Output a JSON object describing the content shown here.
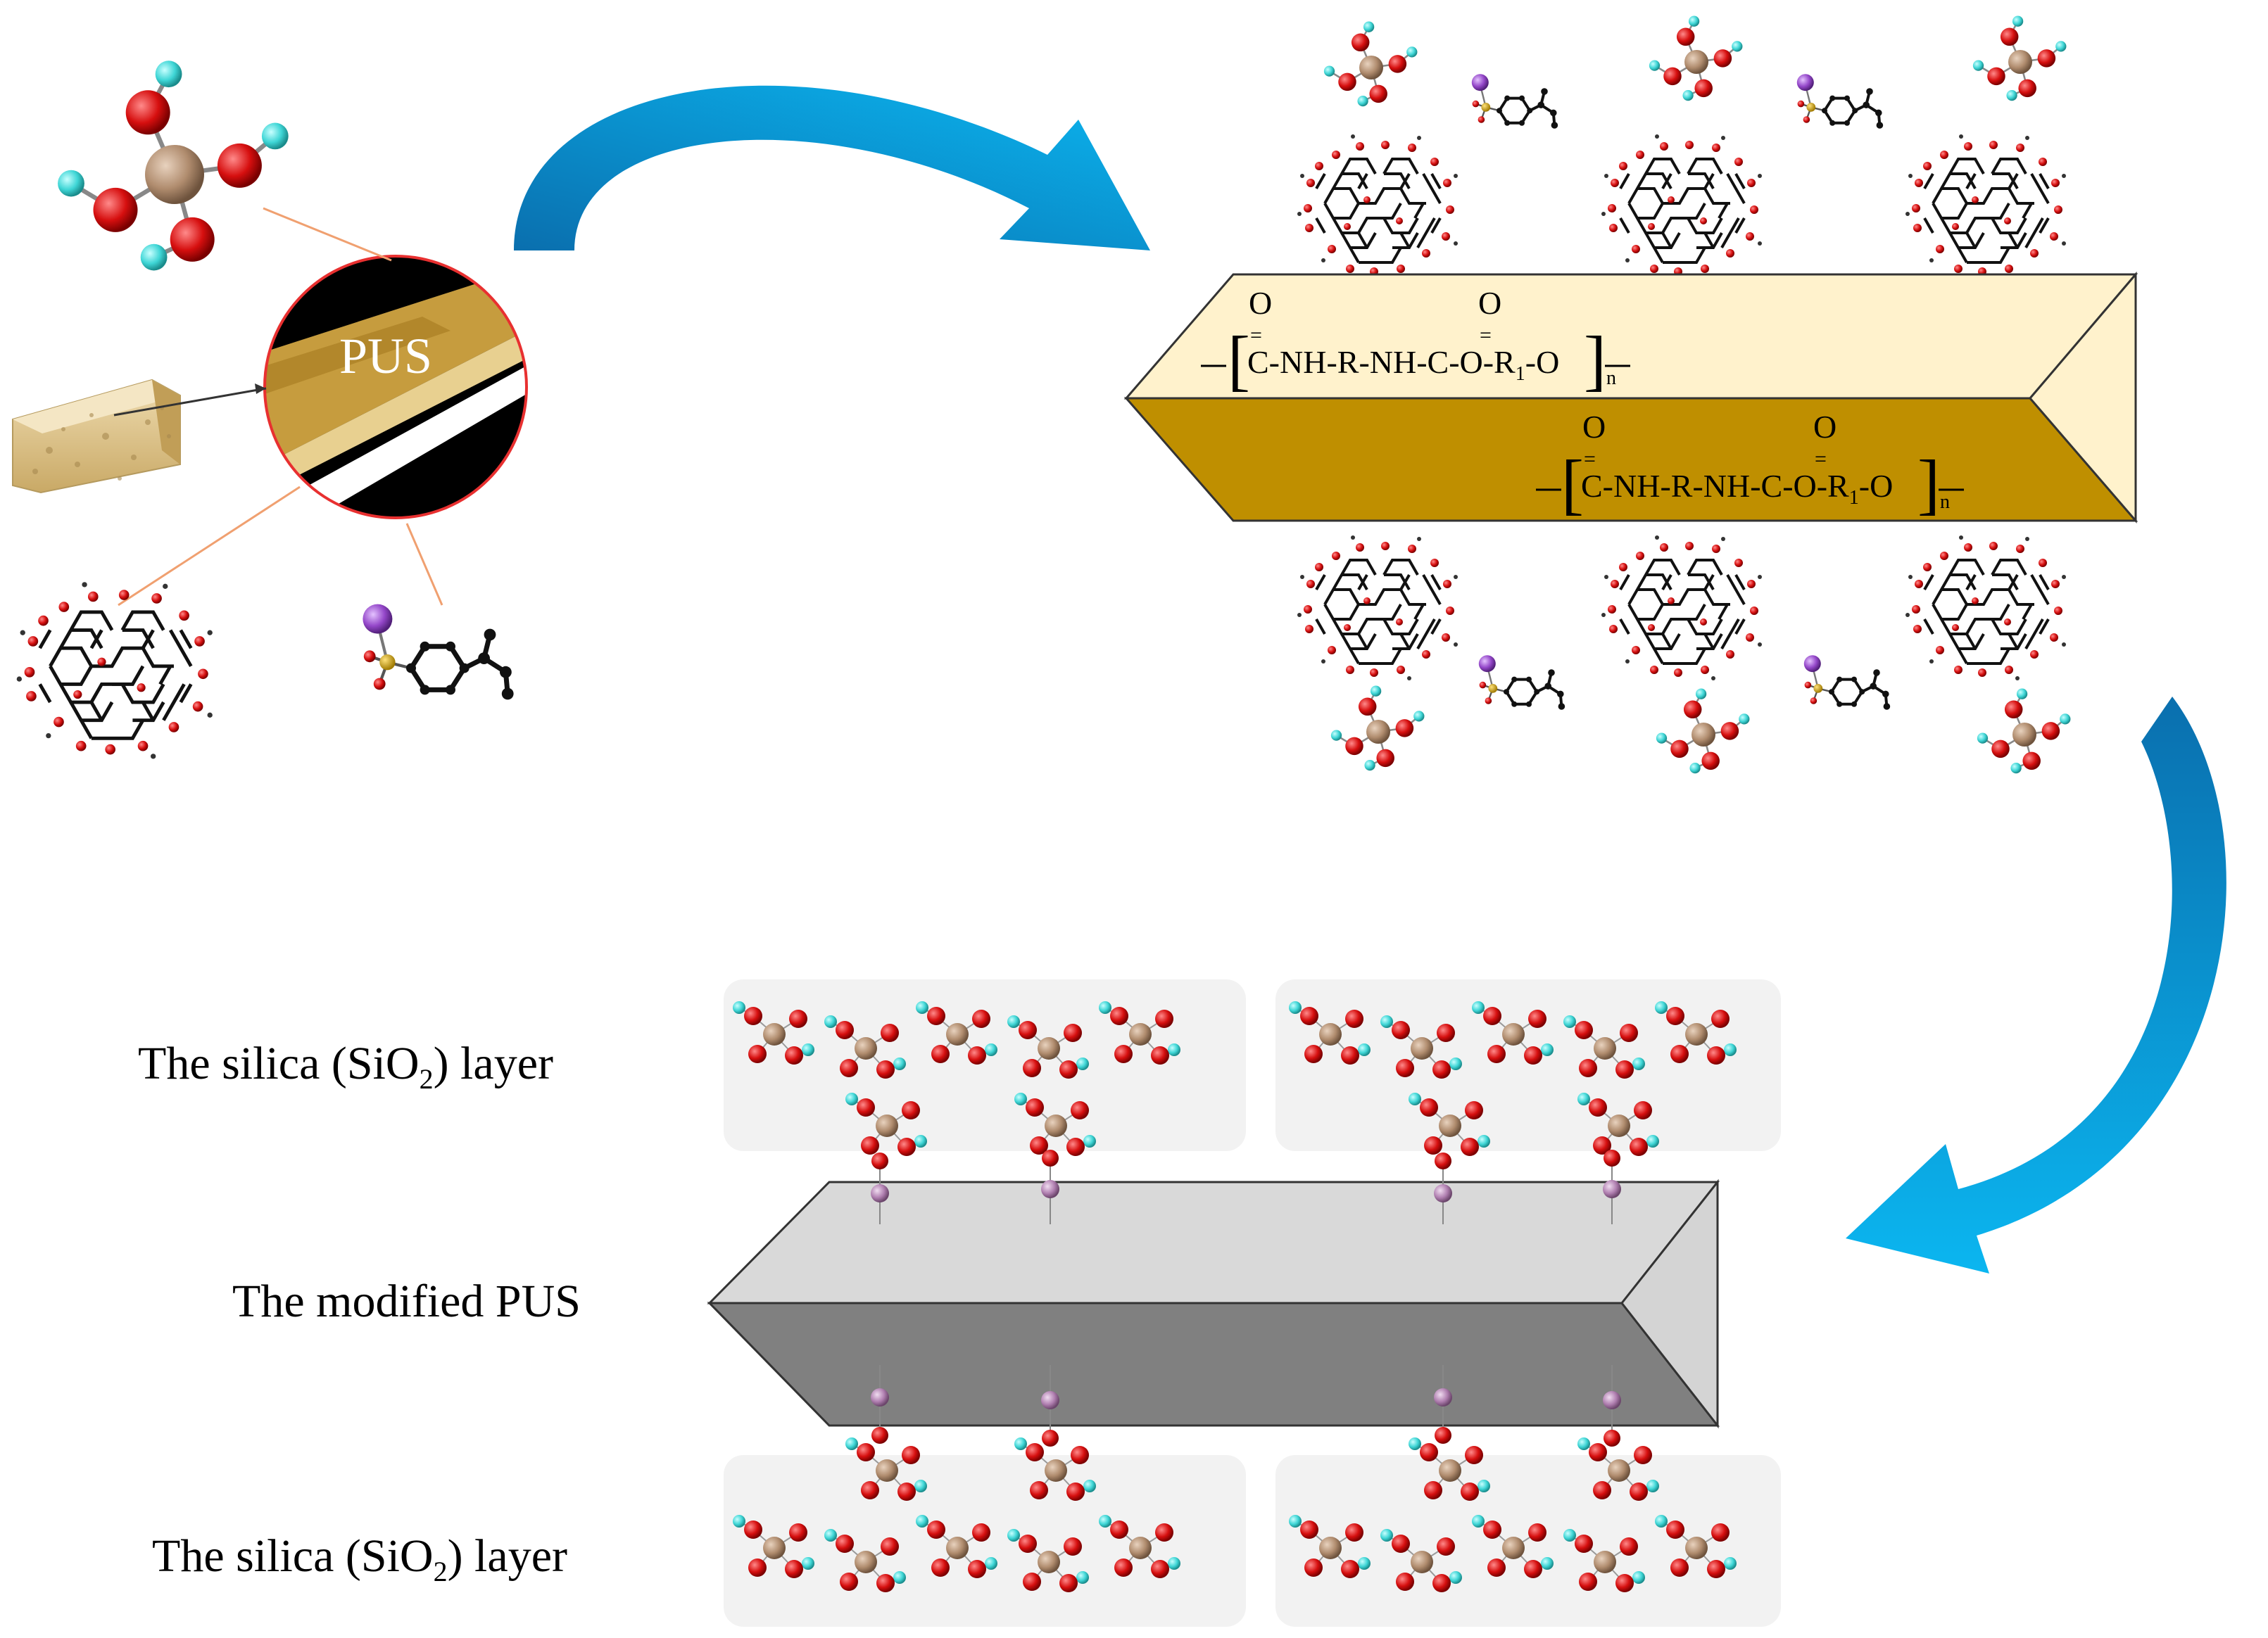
{
  "inset": {
    "label": "PUS"
  },
  "formula": {
    "o_mark": "O",
    "bond": "=",
    "part1": "C-NH-R-NH-C-O-R",
    "sub1": "1",
    "part2": "-O",
    "n": "n"
  },
  "labels": {
    "silica_top": {
      "prefix": "The silica (SiO",
      "sub": "2",
      "suffix": ") layer"
    },
    "modified": "The modified PUS",
    "silica_bottom": {
      "prefix": "The silica (SiO",
      "sub": "2",
      "suffix": ") layer"
    }
  },
  "colors": {
    "arrow": "#0aa6e6",
    "arrow_dark": "#0a73b0",
    "pus_tan": "#bf8f00",
    "pus_light": "#fff2cc",
    "silicon": "#b08c6e",
    "oxygen": "#d60f0f",
    "hydrogen": "#3fd6d6",
    "potassium": "#9447c9",
    "inset_border": "#e83030",
    "link_line": "#f0a070"
  }
}
